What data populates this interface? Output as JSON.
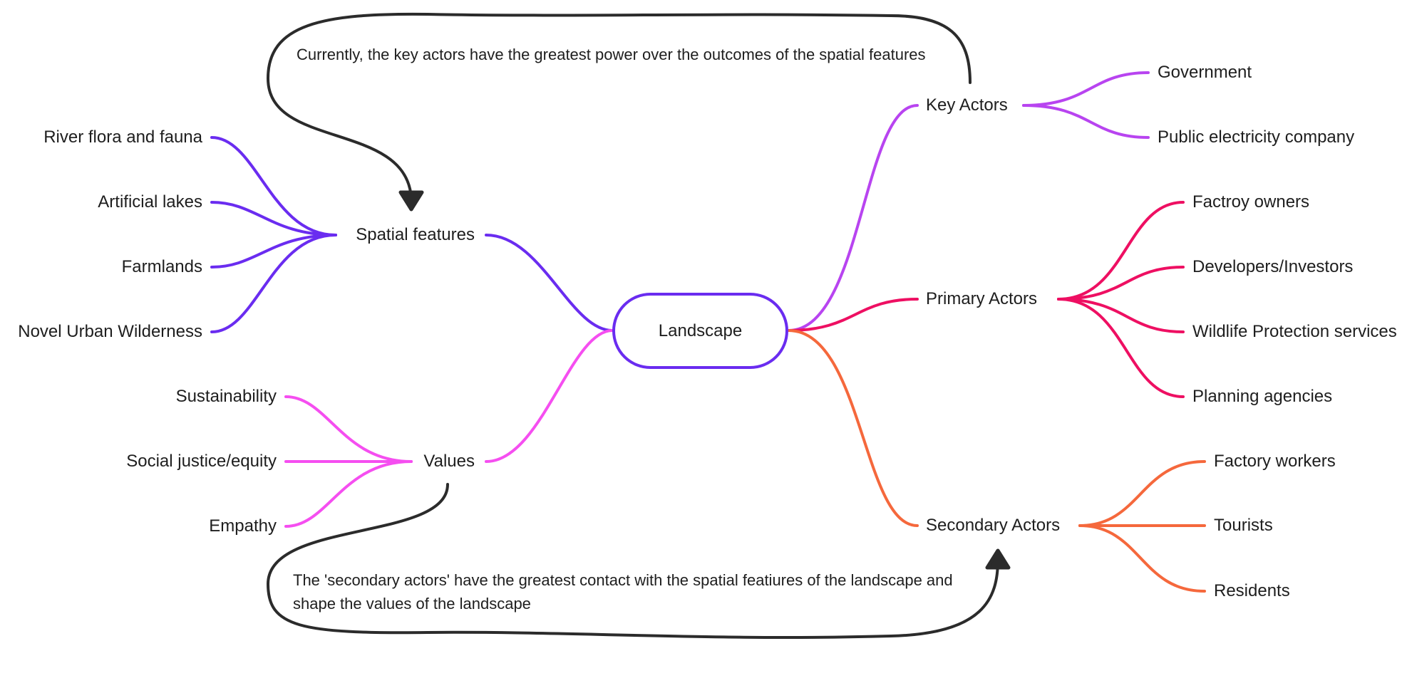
{
  "colors": {
    "spatial": "#6a2cf0",
    "values": "#f54ef0",
    "key": "#b844f0",
    "primary": "#ee0f62",
    "secondary": "#f5683c",
    "annotation": "#2b2b2b"
  },
  "root": {
    "label": "Landscape"
  },
  "spatial": {
    "label": "Spatial features",
    "items": [
      "River flora and fauna",
      "Artificial lakes",
      "Farmlands",
      "Novel Urban Wilderness"
    ]
  },
  "values": {
    "label": "Values",
    "items": [
      "Sustainability",
      "Social justice/equity",
      "Empathy"
    ]
  },
  "key_actors": {
    "label": "Key Actors",
    "items": [
      "Government",
      "Public electricity company"
    ]
  },
  "primary_actors": {
    "label": "Primary Actors",
    "items": [
      "Factroy owners",
      "Developers/Investors",
      "Wildlife Protection services",
      "Planning agencies"
    ]
  },
  "secondary_actors": {
    "label": "Secondary Actors",
    "items": [
      "Factory workers",
      "Tourists",
      "Residents"
    ]
  },
  "notes": {
    "top": "Currently, the key actors have the greatest power over the outcomes of the spatial features",
    "bottom": "The 'secondary actors' have the greatest contact with the spatial featiures of the landscape and shape the values of the landscape"
  }
}
